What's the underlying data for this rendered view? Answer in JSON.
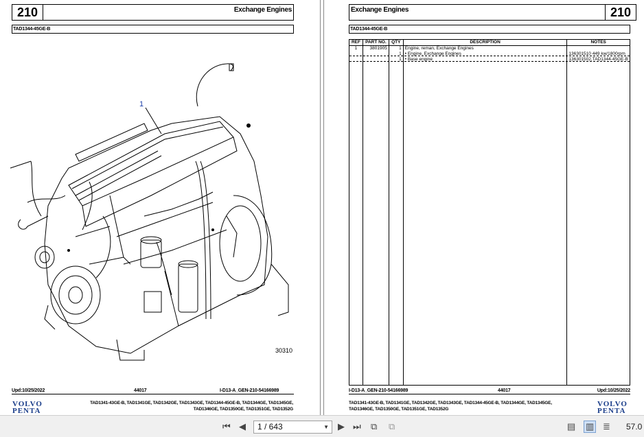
{
  "left_page": {
    "page_number": "210",
    "doc_code": "TAD1344-45GE-B",
    "callout": "1",
    "figure_id": "30310",
    "updated": "Upd:10/25/2022",
    "catalog": "44017",
    "illustration_ref": "I-D13-A_GEN-210-54166989",
    "models_line1": "TAD1341-43GE-B, TAD1341GE, TAD1342GE, TAD1343GE, TAD1344-45GE-B, TAD1344GE, TAD1345GE,",
    "models_line2": "TAD1346GE, TAD1350GE, TAD1351GE, TAD1352G",
    "logo_line1": "VOLVO",
    "logo_line2": "PENTA"
  },
  "right_page": {
    "title": "Exchange Engines",
    "page_number": "210",
    "doc_code": "TAD1344-45GE-B",
    "table": {
      "headers": [
        "REF",
        "PART NO.",
        "QTY",
        "DESCRIPTION",
        "NOTES"
      ],
      "rows": [
        [
          "1",
          "3801905",
          "1",
          "Engine, reman, Exchange Engines",
          ""
        ],
        [
          "",
          "",
          "1",
          "• Engine, Exchange Engines",
          "136301510 449 kw/1800rpm"
        ],
        [
          "",
          "",
          "1",
          "• Base engine",
          "136301502,TAD1344-45GE-B"
        ]
      ]
    },
    "illustration_ref": "I-D13-A_GEN-210-54166989",
    "catalog": "44017",
    "updated": "Upd:10/25/2022",
    "models_line1": "TAD1341-43GE-B, TAD1341GE, TAD1342GE, TAD1343GE, TAD1344-45GE-B, TAD1344GE, TAD1345GE,",
    "models_line2": "TAD1346GE, TAD1350GE, TAD1351GE, TAD1352G",
    "logo_line1": "VOLVO",
    "logo_line2": "PENTA"
  },
  "left_title": "Exchange Engines",
  "toolbar": {
    "page_indicator": "1 / 643",
    "zoom": "57.0",
    "icons": [
      "first-page-icon",
      "prev-page-icon",
      "next-page-icon",
      "last-page-icon",
      "copy-icon",
      "paste-icon",
      "single-page-icon",
      "two-page-icon",
      "continuous-icon",
      "fit-width-icon"
    ]
  }
}
